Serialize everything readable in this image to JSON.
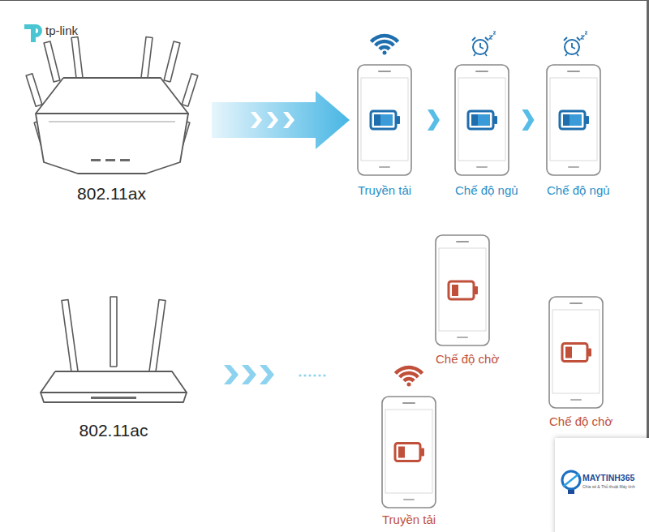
{
  "diagram": {
    "nodes": [
      {
        "text": [
          "802.11ax"
        ]
      },
      {
        "text": [
          "Truyền tải"
        ]
      },
      {
        "text": [
          "Chế độ ngủ"
        ]
      },
      {
        "text": [
          "Chế độ ngủ"
        ]
      },
      {
        "text": [
          "802.11ac"
        ]
      },
      {
        "text": [
          "Chế độ chờ"
        ]
      },
      {
        "text": [
          "Chế độ chờ"
        ]
      },
      {
        "text": [
          "Truyền tải"
        ]
      }
    ],
    "edges": [
      {
        "from": 0,
        "to": 1,
        "arrow": "to"
      },
      {
        "from": 1,
        "to": 2,
        "arrow": "to"
      },
      {
        "from": 2,
        "to": 3,
        "arrow": "to"
      }
    ],
    "labels": [
      "tp-link",
      "MAYTINH365",
      "Chia sẻ & Thủ thuật Máy tính"
    ]
  }
}
